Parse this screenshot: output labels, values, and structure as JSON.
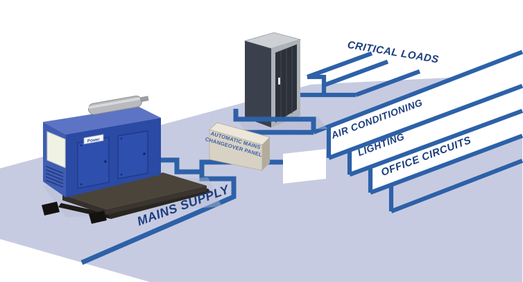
{
  "scene": {
    "labels": {
      "critical_loads": "CRITICAL LOADS",
      "air_conditioning": "AIR CONDITIONING",
      "lighting": "LIGHTING",
      "office_circuits": "OFFICE CIRCUITS",
      "mains_supply": "MAINS SUPPLY",
      "panel_line1": "AUTOMATIC MAINS",
      "panel_line2": "CHANGEOVER PANEL",
      "generator_brand": "Power"
    },
    "colors": {
      "wire_blue": "#2d61a8",
      "platform_lavender": "#c7cbe1",
      "label_navy": "#1c3e7e",
      "generator_blue": "#2b4aa4",
      "generator_base_dark": "#2a2620",
      "panel_beige": "#d8d2c4",
      "ups_cabinet_dark": "#3a414d",
      "background": "#ffffff"
    }
  }
}
